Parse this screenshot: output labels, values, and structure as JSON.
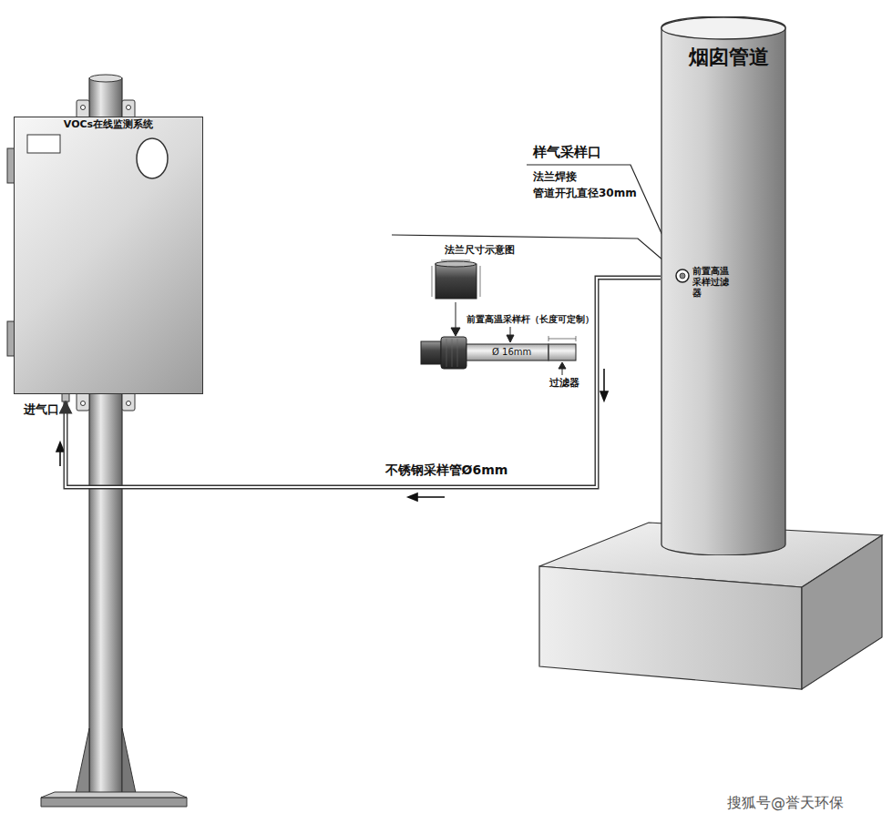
{
  "diagram": {
    "nodes": [
      {
        "text": [
          "VOCs在线监测系统"
        ]
      },
      {
        "text": [
          "烟囱管道"
        ]
      }
    ],
    "edges": [
      {
        "from": 1,
        "to": 0,
        "arrow": "to",
        "label": "不锈钢采样管Ø6mm"
      }
    ],
    "labels": [
      "进气口",
      "样气采样口",
      "法兰焊接",
      "管道开孔直径30mm",
      "法兰尺寸示意图",
      "前置高温采样杆（长度可定制）",
      "Ø 16mm",
      "过滤器",
      "前置高温 采样过滤器",
      "搜狐号@誉天环保"
    ]
  }
}
